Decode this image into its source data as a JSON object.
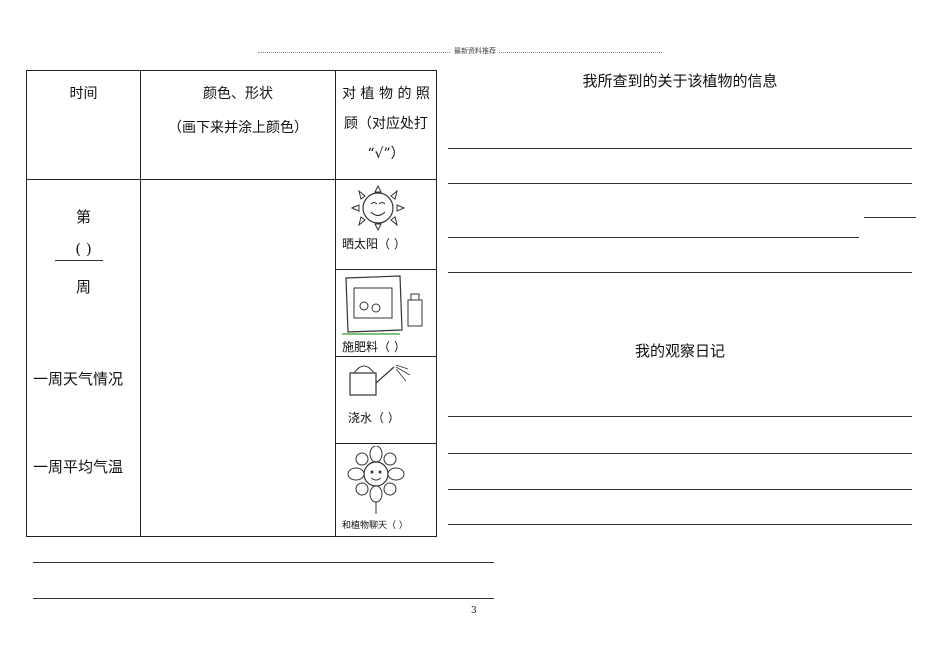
{
  "header": {
    "text": "最新资料推荐"
  },
  "table": {
    "col_time": "时间",
    "col_color": "颜色、形状",
    "col_color_note": "（画下来并涂上颜色）",
    "col_care_line1": "对 植 物 的 照",
    "col_care_line2": "顾（对应处打",
    "col_care_line3": "“√”）",
    "week_prefix": "第",
    "week_blank": "(    )",
    "week_suffix": "周",
    "weather": "一周天气情况",
    "avg_temp": "一周平均气温",
    "care_items": [
      {
        "label": "晒太阳（     ）",
        "icon": "sun-icon"
      },
      {
        "label": "施肥料（     ）",
        "icon": "fertilizer-icon"
      },
      {
        "label": "浇水（     ）",
        "icon": "watering-can-icon"
      },
      {
        "label": "和植物聊天（     ）",
        "icon": "flower-icon"
      }
    ]
  },
  "right": {
    "info_title": "我所查到的关于该植物的信息",
    "diary_title": "我的观察日记"
  },
  "page_number": "3"
}
